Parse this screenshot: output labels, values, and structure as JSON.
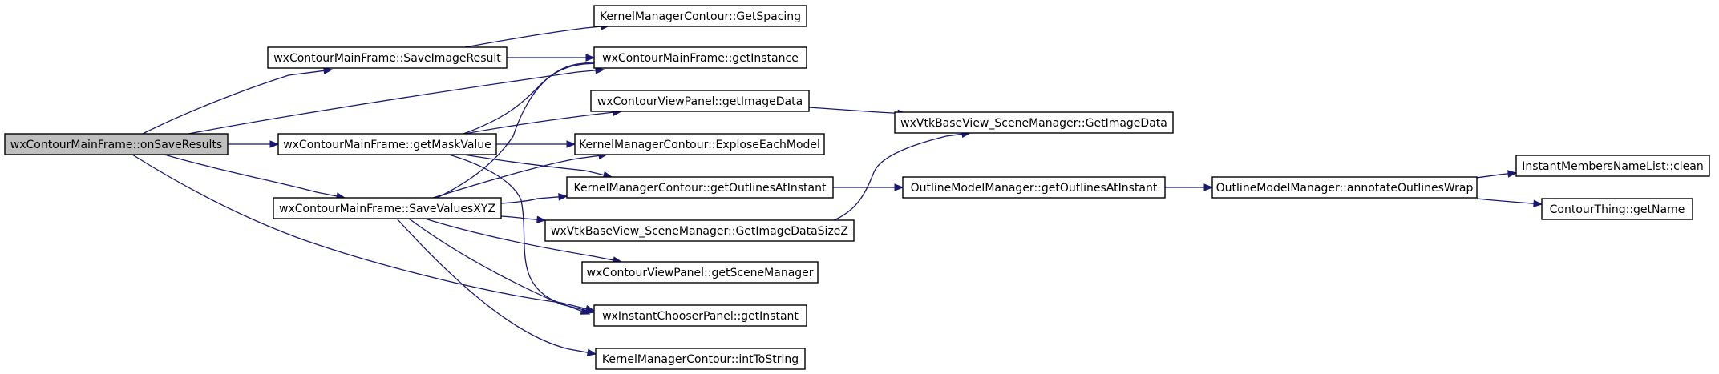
{
  "graph": {
    "colors": {
      "node_fill": "#ffffff",
      "root_fill": "#bfbfbf",
      "border": "#000000",
      "edge": "#191970",
      "text": "#000000"
    },
    "nodes": [
      {
        "id": "onSaveResults",
        "label": "wxContourMainFrame::onSaveResults",
        "root": true
      },
      {
        "id": "SaveImageResult",
        "label": "wxContourMainFrame::SaveImageResult"
      },
      {
        "id": "getMaskValue",
        "label": "wxContourMainFrame::getMaskValue"
      },
      {
        "id": "SaveValuesXYZ",
        "label": "wxContourMainFrame::SaveValuesXYZ"
      },
      {
        "id": "GetSpacing",
        "label": "KernelManagerContour::GetSpacing"
      },
      {
        "id": "getInstance",
        "label": "wxContourMainFrame::getInstance"
      },
      {
        "id": "getImageData",
        "label": "wxContourViewPanel::getImageData"
      },
      {
        "id": "ExploseEachModel",
        "label": "KernelManagerContour::ExploseEachModel"
      },
      {
        "id": "KMC_getOutlinesAtInstant",
        "label": "KernelManagerContour::getOutlinesAtInstant"
      },
      {
        "id": "GetImageDataSizeZ",
        "label": "wxVtkBaseView_SceneManager::GetImageDataSizeZ"
      },
      {
        "id": "getSceneManager",
        "label": "wxContourViewPanel::getSceneManager"
      },
      {
        "id": "getInstant",
        "label": "wxInstantChooserPanel::getInstant"
      },
      {
        "id": "intToString",
        "label": "KernelManagerContour::intToString"
      },
      {
        "id": "SM_GetImageData",
        "label": "wxVtkBaseView_SceneManager::GetImageData"
      },
      {
        "id": "OMM_getOutlinesAtInstant",
        "label": "OutlineModelManager::getOutlinesAtInstant"
      },
      {
        "id": "annotateOutlinesWrap",
        "label": "OutlineModelManager::annotateOutlinesWrap"
      },
      {
        "id": "clean",
        "label": "InstantMembersNameList::clean"
      },
      {
        "id": "getName",
        "label": "ContourThing::getName"
      }
    ],
    "edges": [
      {
        "from": "onSaveResults",
        "to": "SaveImageResult"
      },
      {
        "from": "onSaveResults",
        "to": "getInstance"
      },
      {
        "from": "onSaveResults",
        "to": "getMaskValue"
      },
      {
        "from": "onSaveResults",
        "to": "SaveValuesXYZ"
      },
      {
        "from": "onSaveResults",
        "to": "getInstant"
      },
      {
        "from": "SaveImageResult",
        "to": "GetSpacing"
      },
      {
        "from": "SaveImageResult",
        "to": "getInstance"
      },
      {
        "from": "getMaskValue",
        "to": "getInstance"
      },
      {
        "from": "getMaskValue",
        "to": "getImageData"
      },
      {
        "from": "getMaskValue",
        "to": "ExploseEachModel"
      },
      {
        "from": "getMaskValue",
        "to": "KMC_getOutlinesAtInstant"
      },
      {
        "from": "getMaskValue",
        "to": "getInstant"
      },
      {
        "from": "SaveValuesXYZ",
        "to": "getInstance"
      },
      {
        "from": "SaveValuesXYZ",
        "to": "ExploseEachModel"
      },
      {
        "from": "SaveValuesXYZ",
        "to": "KMC_getOutlinesAtInstant"
      },
      {
        "from": "SaveValuesXYZ",
        "to": "GetImageDataSizeZ"
      },
      {
        "from": "SaveValuesXYZ",
        "to": "getSceneManager"
      },
      {
        "from": "SaveValuesXYZ",
        "to": "getInstant"
      },
      {
        "from": "SaveValuesXYZ",
        "to": "intToString"
      },
      {
        "from": "getImageData",
        "to": "SM_GetImageData"
      },
      {
        "from": "KMC_getOutlinesAtInstant",
        "to": "OMM_getOutlinesAtInstant"
      },
      {
        "from": "GetImageDataSizeZ",
        "to": "SM_GetImageData"
      },
      {
        "from": "OMM_getOutlinesAtInstant",
        "to": "annotateOutlinesWrap"
      },
      {
        "from": "annotateOutlinesWrap",
        "to": "clean"
      },
      {
        "from": "annotateOutlinesWrap",
        "to": "getName"
      }
    ]
  }
}
